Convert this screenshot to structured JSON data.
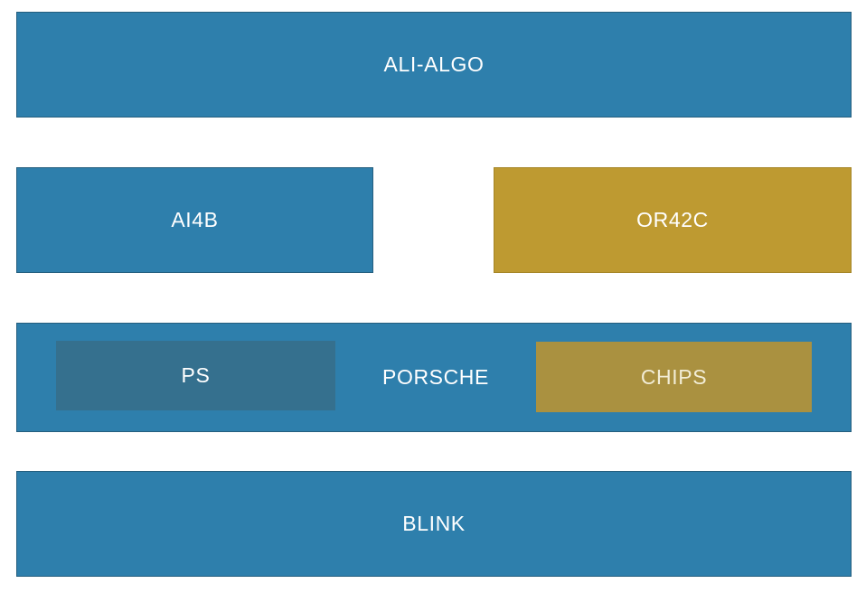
{
  "colors": {
    "background": "#ffffff",
    "primary_blue": "#2e7fac",
    "inset_dark_blue": "#35708e",
    "primary_gold": "#be9a31",
    "inset_muted_gold": "#aa9140",
    "label_white": "#ffffff",
    "label_cream": "#f2edd6"
  },
  "diagram": {
    "top_bar": {
      "label": "ALI-ALGO"
    },
    "second_row": {
      "left_block": {
        "label": "AI4B"
      },
      "right_block": {
        "label": "OR42C"
      }
    },
    "third_row": {
      "inset_left_block": {
        "label": "PS"
      },
      "bar_label": "PORSCHE",
      "inset_right_block": {
        "label": "CHIPS"
      }
    },
    "bottom_bar": {
      "label": "BLINK"
    }
  }
}
